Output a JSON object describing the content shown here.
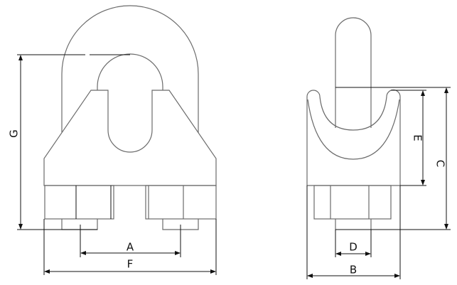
{
  "front_view": {
    "labels": {
      "A": "A",
      "F": "F",
      "G": "G"
    }
  },
  "side_view": {
    "labels": {
      "B": "B",
      "C": "C",
      "D": "D",
      "E": "E"
    }
  },
  "colors": {
    "outline": "#6b6b6b",
    "dimension": "#111111"
  }
}
